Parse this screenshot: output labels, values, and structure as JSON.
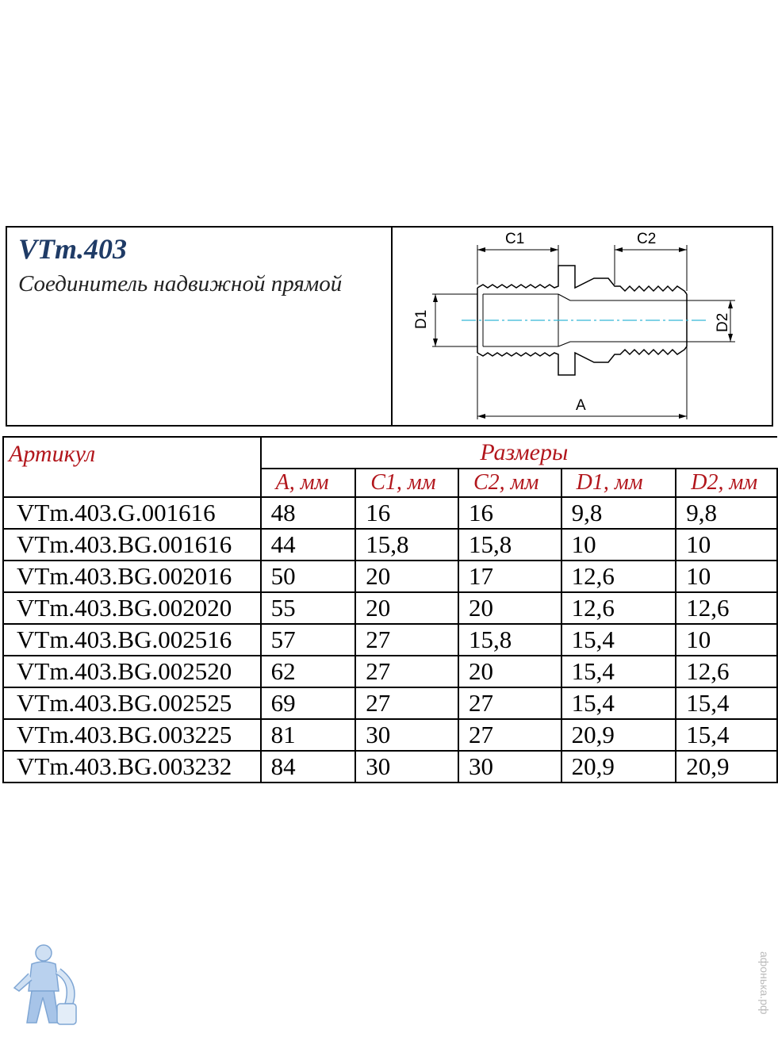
{
  "product": {
    "code": "VTm.403",
    "description": "Соединитель надвижной прямой"
  },
  "drawing_labels": {
    "c1": "C1",
    "c2": "C2",
    "d1": "D1",
    "d2": "D2",
    "a": "A"
  },
  "table": {
    "article_header": "Артикул",
    "sizes_header": "Размеры",
    "columns": [
      "A, мм",
      "C1, мм",
      "C2, мм",
      "D1, мм",
      "D2, мм"
    ],
    "rows": [
      {
        "article": "VTm.403.G.001616",
        "a": "48",
        "c1": "16",
        "c2": "16",
        "d1": "9,8",
        "d2": "9,8"
      },
      {
        "article": "VTm.403.BG.001616",
        "a": "44",
        "c1": "15,8",
        "c2": "15,8",
        "d1": "10",
        "d2": "10"
      },
      {
        "article": "VTm.403.BG.002016",
        "a": "50",
        "c1": "20",
        "c2": "17",
        "d1": "12,6",
        "d2": "10"
      },
      {
        "article": "VTm.403.BG.002020",
        "a": "55",
        "c1": "20",
        "c2": "20",
        "d1": "12,6",
        "d2": "12,6"
      },
      {
        "article": "VTm.403.BG.002516",
        "a": "57",
        "c1": "27",
        "c2": "15,8",
        "d1": "15,4",
        "d2": "10"
      },
      {
        "article": "VTm.403.BG.002520",
        "a": "62",
        "c1": "27",
        "c2": "20",
        "d1": "15,4",
        "d2": "12,6"
      },
      {
        "article": "VTm.403.BG.002525",
        "a": "69",
        "c1": "27",
        "c2": "27",
        "d1": "15,4",
        "d2": "15,4"
      },
      {
        "article": "VTm.403.BG.003225",
        "a": "81",
        "c1": "30",
        "c2": "27",
        "d1": "20,9",
        "d2": "15,4"
      },
      {
        "article": "VTm.403.BG.003232",
        "a": "84",
        "c1": "30",
        "c2": "30",
        "d1": "20,9",
        "d2": "20,9"
      }
    ]
  },
  "watermark": "афонька.рф",
  "colors": {
    "title": "#1f3b66",
    "header_red": "#b2161c",
    "centerline": "#35b6d6"
  }
}
